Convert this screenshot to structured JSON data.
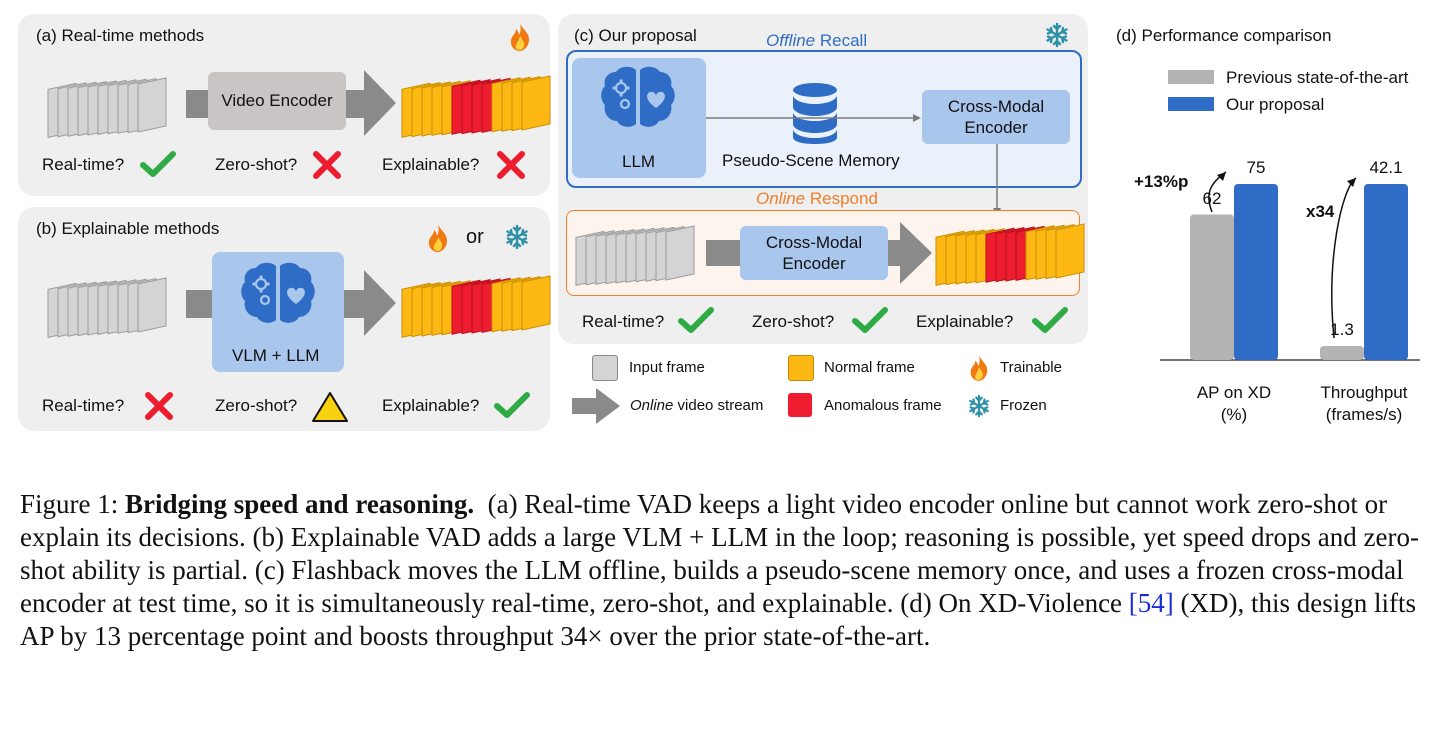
{
  "panel_a": {
    "title": "(a) Real-time methods",
    "encoder": "Video Encoder",
    "realtime": "Real-time?",
    "zeroshot": "Zero-shot?",
    "explainable": "Explainable?"
  },
  "panel_b": {
    "title": "(b) Explainable methods",
    "or": "or",
    "model": "VLM + LLM",
    "realtime": "Real-time?",
    "zeroshot": "Zero-shot?",
    "explainable": "Explainable?"
  },
  "panel_c": {
    "title": "(c) Our proposal",
    "offline_em": "Offline",
    "offline_rest": " Recall",
    "llm": "LLM",
    "memory": "Pseudo-Scene Memory",
    "encoder_top": "Cross-Modal Encoder",
    "online_em": "Online",
    "online_rest": " Respond",
    "encoder_bottom": "Cross-Modal Encoder",
    "realtime": "Real-time?",
    "zeroshot": "Zero-shot?",
    "explainable": "Explainable?"
  },
  "legend": {
    "input_frame": "Input frame",
    "stream_em": "Online",
    "stream_rest": " video stream",
    "normal": "Normal frame",
    "anomalous": "Anomalous frame",
    "trainable": "Trainable",
    "frozen": "Frozen"
  },
  "colors": {
    "normal": "#fdb813",
    "anomalous": "#ee1c2f",
    "input": "#d4d4d4",
    "previous": "#b3b3b3",
    "ours": "#2f6cc5"
  },
  "chart_data": {
    "type": "bar",
    "title": "(d) Performance comparison",
    "series": [
      {
        "name": "Previous state-of-the-art",
        "values": [
          62,
          1.3
        ]
      },
      {
        "name": "Our proposal",
        "values": [
          75,
          42.1
        ]
      }
    ],
    "categories": [
      "AP on XD (%)",
      "Throughput (frames/s)"
    ],
    "category_lines": [
      [
        "AP on XD",
        "(%)"
      ],
      [
        "Throughput",
        "(frames/s)"
      ]
    ],
    "value_labels": [
      [
        "62",
        "75"
      ],
      [
        "1.3",
        "42.1"
      ]
    ],
    "annotations": [
      "+13%p",
      "x34"
    ],
    "legend_position": "top"
  },
  "caption": {
    "label": "Figure 1: ",
    "bold": "Bridging speed and reasoning.",
    "text1": "  (a) Real-time VAD keeps a light video encoder online but cannot work zero-shot or explain its decisions. (b) Explainable VAD adds a large VLM + LLM in the loop; reasoning is possible, yet speed drops and zero-shot ability is partial. (c) Flashback moves the LLM offline, builds a pseudo-scene memory once, and uses a frozen cross-modal encoder at test time, so it is simultaneously real-time, zero-shot, and explainable. (d) On XD-Violence ",
    "ref": "[54]",
    "text2": " (XD), this design lifts AP by 13 percentage point and boosts throughput 34× over the prior state-of-the-art."
  }
}
